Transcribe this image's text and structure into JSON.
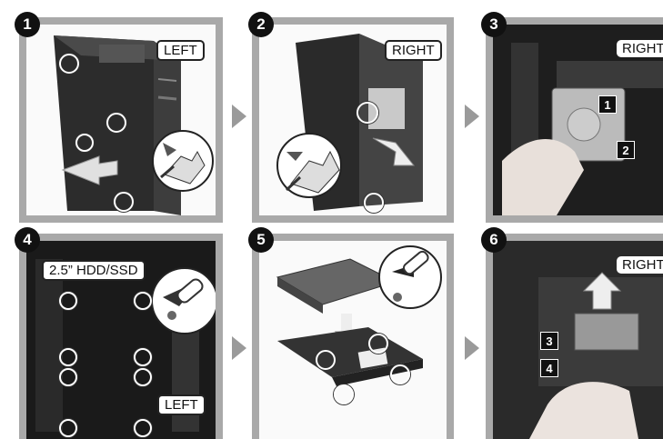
{
  "steps": [
    {
      "number": "1",
      "label": "LEFT"
    },
    {
      "number": "2",
      "label": "RIGHT"
    },
    {
      "number": "3",
      "label": "RIGHT",
      "markers": [
        "1",
        "2"
      ]
    },
    {
      "number": "4",
      "title": "2.5” HDD/SSD",
      "label": "LEFT"
    },
    {
      "number": "5"
    },
    {
      "number": "6",
      "label": "RIGHT",
      "markers": [
        "3",
        "4"
      ]
    }
  ],
  "colors": {
    "frame": "#a9a9a9",
    "arrow": "#9a9a9a",
    "badge": "#111111"
  }
}
